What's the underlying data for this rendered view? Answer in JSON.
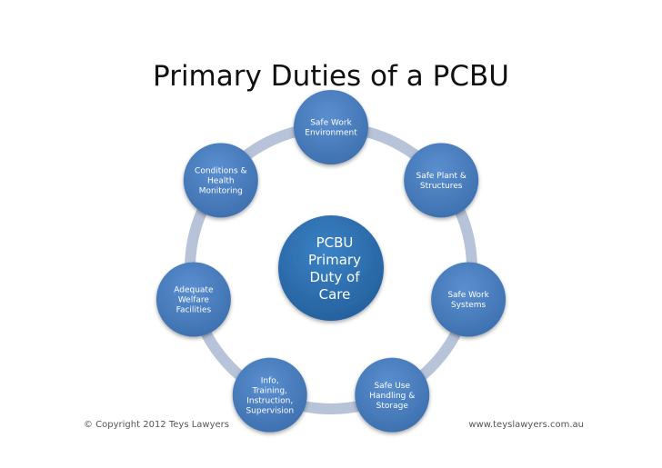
{
  "title": "Primary Duties of a PCBU",
  "center": {
    "lines": [
      "PCBU",
      "Primary",
      "Duty of",
      "Care"
    ],
    "color": "#2f70b1"
  },
  "nodes": [
    {
      "id": "safe-work-environment",
      "lines": [
        "Safe Work",
        "Environment"
      ]
    },
    {
      "id": "safe-plant-structures",
      "lines": [
        "Safe Plant &",
        "Structures"
      ]
    },
    {
      "id": "safe-work-systems",
      "lines": [
        "Safe Work",
        "Systems"
      ]
    },
    {
      "id": "safe-use-handling-storage",
      "lines": [
        "Safe Use",
        "Handling &",
        "Storage"
      ]
    },
    {
      "id": "info-training-instruction-supervision",
      "lines": [
        "Info,",
        "Training,",
        "Instruction,",
        "Supervision"
      ]
    },
    {
      "id": "adequate-welfare-facilities",
      "lines": [
        "Adequate",
        "Welfare",
        "Facilities"
      ]
    },
    {
      "id": "conditions-health-monitoring",
      "lines": [
        "Conditions &",
        "Health",
        "Monitoring"
      ]
    }
  ],
  "colors": {
    "node": "#4a7dbf",
    "ring": "#b6c3d8",
    "title": "#111111"
  },
  "footer": {
    "copyright": "© Copyright 2012 Teys Lawyers",
    "website": "www.teyslawyers.com.au"
  }
}
